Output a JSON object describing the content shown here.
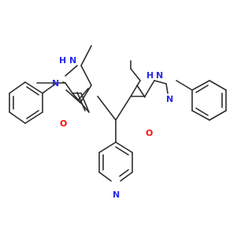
{
  "structure": {
    "atom_labels": {
      "left_nh": "N",
      "left_h": "H",
      "left_n": "N",
      "left_o": "O",
      "right_nh": "N",
      "right_h": "H",
      "right_n": "N",
      "right_o": "O",
      "pyridine_n": "N"
    },
    "colors": {
      "bond": "#2b2b2b",
      "nitrogen": "#2a2aee",
      "oxygen": "#ff0d0d",
      "background": "#ffffff"
    }
  }
}
